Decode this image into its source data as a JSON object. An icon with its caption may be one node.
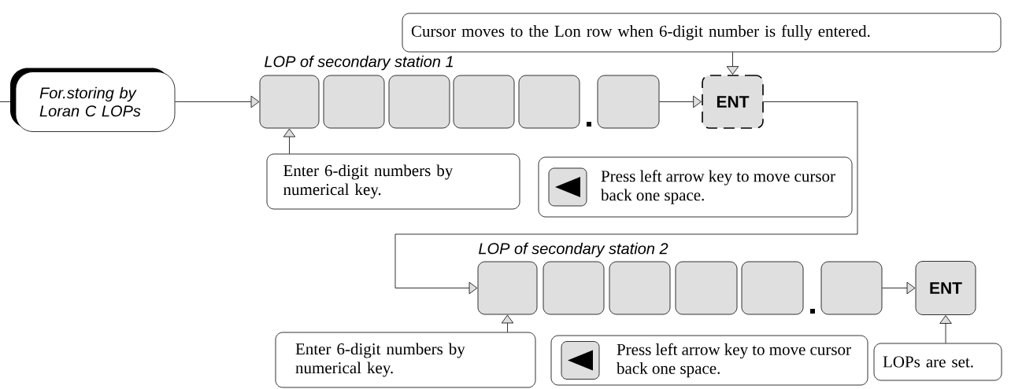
{
  "diagram": {
    "nodes": [
      {
        "text": [
          "For.storing by Loran C LOPs"
        ]
      },
      {
        "text": [],
        "shape": "box"
      },
      {
        "text": [],
        "shape": "box"
      },
      {
        "text": [],
        "shape": "box"
      },
      {
        "text": [],
        "shape": "box"
      },
      {
        "text": [],
        "shape": "box"
      },
      {
        "text": [],
        "shape": "box"
      },
      {
        "text": [
          "ENT"
        ]
      },
      {
        "text": [
          "Cursor moves to the Lon row when 6-digit number is fully entered."
        ]
      },
      {
        "text": [
          "Enter 6-digit numbers by numerical key."
        ]
      },
      {
        "text": [
          "Press left arrow key to move cursor back one space."
        ]
      },
      {
        "text": [],
        "shape": "box"
      },
      {
        "text": [],
        "shape": "box"
      },
      {
        "text": [],
        "shape": "box"
      },
      {
        "text": [],
        "shape": "box"
      },
      {
        "text": [],
        "shape": "box"
      },
      {
        "text": [],
        "shape": "box"
      },
      {
        "text": [
          "ENT"
        ]
      },
      {
        "text": [
          "Enter 6-digit numbers by numerical key."
        ]
      },
      {
        "text": [
          "Press left arrow key to move cursor back one space."
        ]
      },
      {
        "text": [
          "LOPs are set."
        ]
      }
    ],
    "edges": [
      {
        "from": null,
        "to": 0,
        "arrow": "none"
      },
      {
        "from": 0,
        "to": 1,
        "arrow": "to"
      },
      {
        "from": 6,
        "to": 7,
        "arrow": "to"
      },
      {
        "from": 7,
        "to": 11,
        "arrow": "to"
      },
      {
        "from": 16,
        "to": 17,
        "arrow": "to"
      },
      {
        "from": 8,
        "to": 7,
        "arrow": "to"
      },
      {
        "from": 9,
        "to": 1,
        "arrow": "to"
      },
      {
        "from": 18,
        "to": 11,
        "arrow": "to"
      },
      {
        "from": 20,
        "to": 17,
        "arrow": "to"
      }
    ],
    "labels": [
      "LOP of secondary station 1",
      "LOP of secondary station 2"
    ]
  }
}
